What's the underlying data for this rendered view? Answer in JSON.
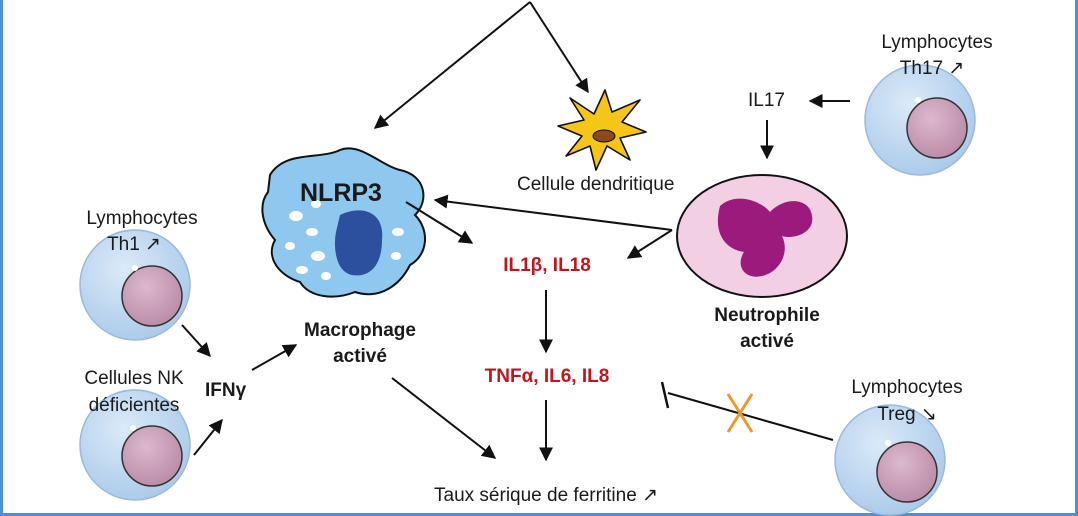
{
  "colors": {
    "arrow": "#111111",
    "cytokine_red": "#c0161c",
    "cell_blue": "#bcd8f0",
    "nucleus_purple": "#c9a1b8",
    "macrophage_blue": "#8ec8ee",
    "macrophage_nucleus": "#2c4f9e",
    "neutrophil_pink": "#f2cfe3",
    "neutrophil_nucleus": "#9c1a7c",
    "dendritic_yellow": "#f5c518",
    "inhibition_cross": "#f0962a",
    "frame_blue": "#4a90d9"
  },
  "labels": {
    "nlrp3": "NLRP3",
    "macrophage": [
      "Macrophage",
      "activé"
    ],
    "dendritic": "Cellule dendritique",
    "th17": [
      "Lymphocytes",
      "Th17"
    ],
    "il17": "IL17",
    "neutrophil": [
      "Neutrophile",
      "activé"
    ],
    "th1": [
      "Lymphocytes",
      "Th1"
    ],
    "nk": [
      "Cellules NK",
      "déficientes"
    ],
    "ifng": "IFNγ",
    "il1b_il18": "IL1β, IL18",
    "tnfa": "TNFα, IL6, IL8",
    "treg": [
      "Lymphocytes",
      "Treg"
    ],
    "ferritin": "Taux sérique de ferritine"
  },
  "icons": {
    "up_arrow": "increase-arrow-icon",
    "down_arrow": "decrease-arrow-icon"
  }
}
